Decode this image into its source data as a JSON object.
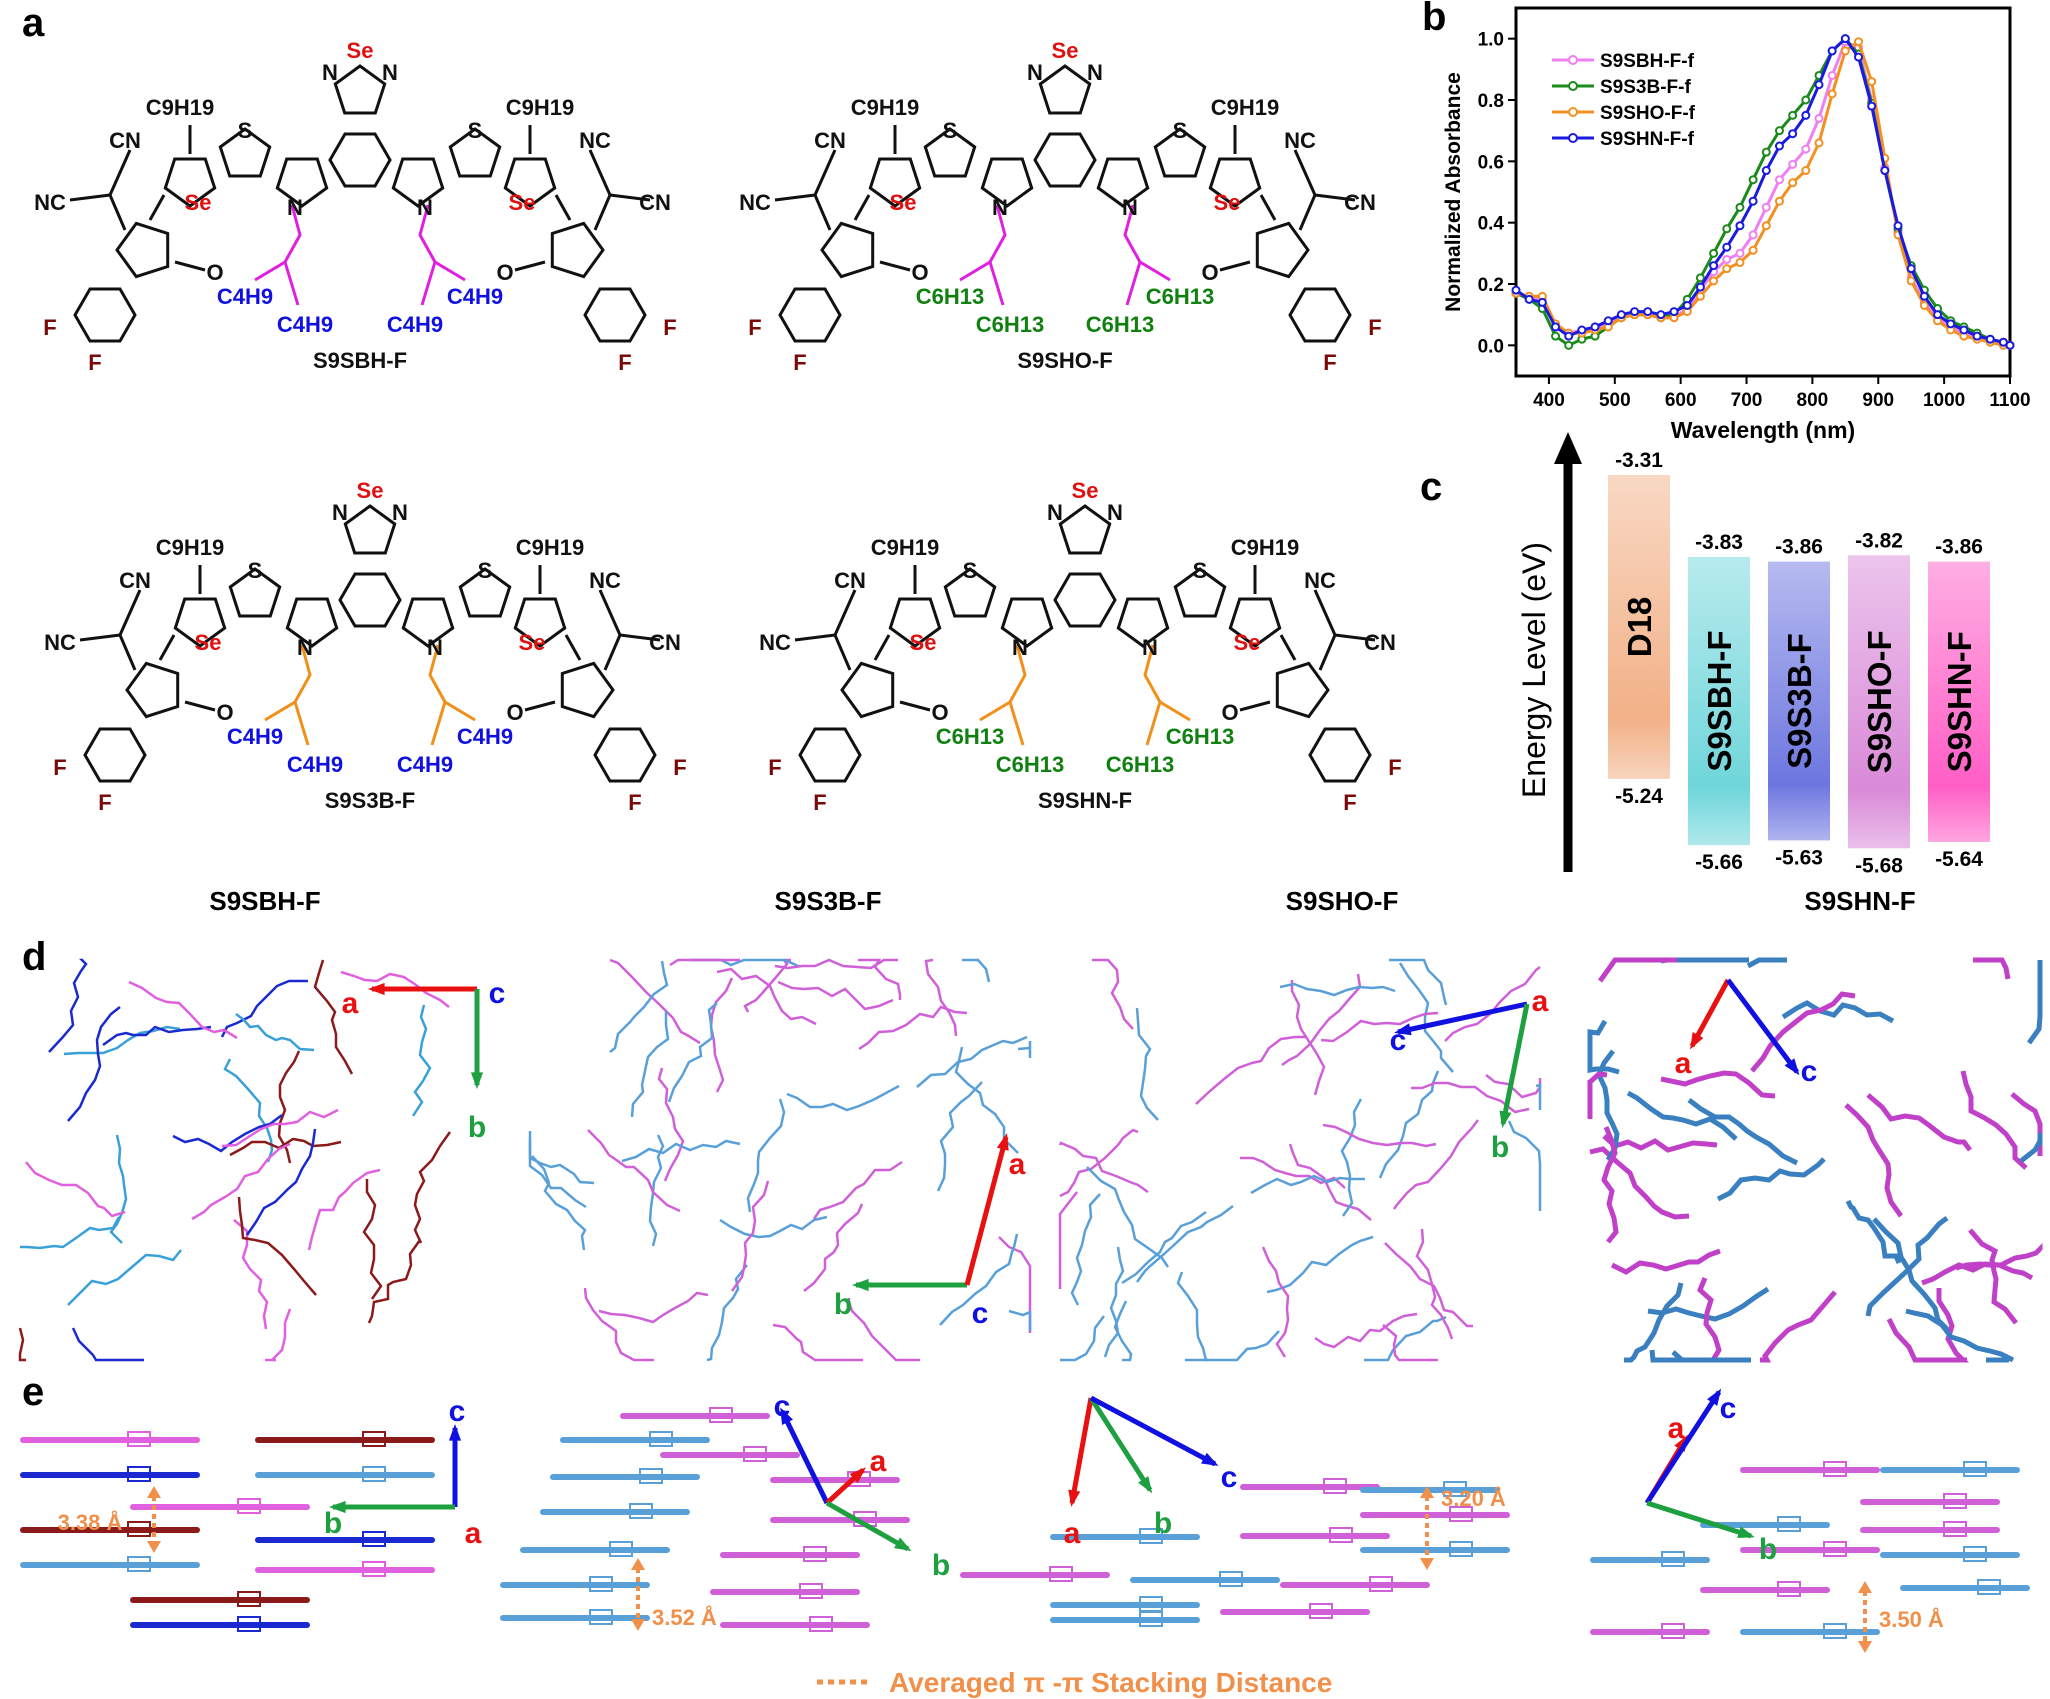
{
  "panel_labels": {
    "a": "a",
    "b": "b",
    "c": "c",
    "d": "d",
    "e": "e"
  },
  "molecules": [
    {
      "name": "S9SBH-F",
      "side_chain": [
        "C4H9",
        "C4H9"
      ],
      "chain_color": "#e020e0",
      "side_color": "#1010e0"
    },
    {
      "name": "S9SHO-F",
      "side_chain": [
        "C6H13",
        "C6H13"
      ],
      "chain_color": "#e020e0",
      "side_color": "#108010"
    },
    {
      "name": "S9S3B-F",
      "side_chain": [
        "C4H9",
        "C4H9"
      ],
      "chain_color": "#f0901a",
      "side_color": "#1010e0"
    },
    {
      "name": "S9SHN-F",
      "side_chain": [
        "C6H13",
        "C6H13"
      ],
      "chain_color": "#f0901a",
      "side_color": "#108010"
    }
  ],
  "atoms": {
    "se": "Se",
    "n": "N",
    "s": "S",
    "o": "O",
    "f": "F",
    "cn": "CN",
    "nc": "NC",
    "alkyl": "C9H19"
  },
  "chart_data": {
    "type": "line",
    "title": "",
    "xlabel": "Wavelength (nm)",
    "ylabel": "Normalized Absorbance",
    "xlim": [
      350,
      1100
    ],
    "ylim": [
      -0.1,
      1.1
    ],
    "xticks": [
      400,
      500,
      600,
      700,
      800,
      900,
      1000,
      1100
    ],
    "yticks": [
      0.0,
      0.2,
      0.4,
      0.6,
      0.8,
      1.0
    ],
    "legend_position": "top-left",
    "x": [
      350,
      370,
      390,
      410,
      430,
      450,
      470,
      490,
      510,
      530,
      550,
      570,
      590,
      610,
      630,
      650,
      670,
      690,
      710,
      730,
      750,
      770,
      790,
      810,
      830,
      850,
      870,
      890,
      910,
      930,
      950,
      970,
      990,
      1010,
      1030,
      1050,
      1070,
      1090,
      1100
    ],
    "series": [
      {
        "name": "S9SBH-F-f",
        "color": "#f07ff0",
        "values": [
          0.17,
          0.16,
          0.15,
          0.06,
          0.04,
          0.05,
          0.05,
          0.07,
          0.09,
          0.1,
          0.1,
          0.09,
          0.09,
          0.12,
          0.18,
          0.24,
          0.28,
          0.3,
          0.36,
          0.45,
          0.54,
          0.59,
          0.64,
          0.74,
          0.88,
          0.99,
          0.97,
          0.8,
          0.58,
          0.37,
          0.22,
          0.14,
          0.09,
          0.06,
          0.04,
          0.03,
          0.02,
          0.01,
          0.0
        ]
      },
      {
        "name": "S9S3B-F-f",
        "color": "#1a8a1a",
        "values": [
          0.17,
          0.15,
          0.12,
          0.03,
          0.0,
          0.02,
          0.03,
          0.06,
          0.09,
          0.1,
          0.1,
          0.09,
          0.1,
          0.15,
          0.22,
          0.3,
          0.38,
          0.45,
          0.54,
          0.63,
          0.7,
          0.75,
          0.8,
          0.88,
          0.96,
          1.0,
          0.95,
          0.79,
          0.57,
          0.38,
          0.26,
          0.18,
          0.12,
          0.08,
          0.06,
          0.04,
          0.02,
          0.01,
          0.0
        ]
      },
      {
        "name": "S9SHO-F-f",
        "color": "#f39020",
        "values": [
          0.17,
          0.16,
          0.16,
          0.07,
          0.04,
          0.04,
          0.05,
          0.06,
          0.09,
          0.1,
          0.1,
          0.09,
          0.09,
          0.11,
          0.16,
          0.21,
          0.25,
          0.27,
          0.31,
          0.39,
          0.47,
          0.53,
          0.57,
          0.66,
          0.82,
          0.96,
          0.99,
          0.86,
          0.61,
          0.36,
          0.21,
          0.13,
          0.08,
          0.05,
          0.03,
          0.02,
          0.01,
          0.0,
          0.0
        ]
      },
      {
        "name": "S9SHN-F-f",
        "color": "#1a1ae0",
        "values": [
          0.18,
          0.15,
          0.14,
          0.06,
          0.03,
          0.05,
          0.06,
          0.08,
          0.1,
          0.11,
          0.11,
          0.1,
          0.11,
          0.13,
          0.19,
          0.26,
          0.32,
          0.39,
          0.47,
          0.57,
          0.65,
          0.69,
          0.75,
          0.85,
          0.96,
          1.0,
          0.94,
          0.78,
          0.57,
          0.39,
          0.25,
          0.16,
          0.1,
          0.07,
          0.05,
          0.03,
          0.02,
          0.01,
          0.0
        ]
      }
    ]
  },
  "energy_levels": {
    "ylabel": "Energy Level (eV)",
    "items": [
      {
        "name": "D18",
        "lumo": "-3.31",
        "homo": "-5.24",
        "color": "#f2b187"
      },
      {
        "name": "S9SBH-F",
        "lumo": "-3.83",
        "homo": "-5.66",
        "color": "#6fd6da"
      },
      {
        "name": "S9S3B-F",
        "lumo": "-3.86",
        "homo": "-5.63",
        "color": "#6d76e0"
      },
      {
        "name": "S9SHO-F",
        "lumo": "-3.82",
        "homo": "-5.68",
        "color": "#d98ad8"
      },
      {
        "name": "S9SHN-F",
        "lumo": "-3.86",
        "homo": "-5.64",
        "color": "#ff5ec6"
      }
    ]
  },
  "crystal_titles": [
    "S9SBH-F",
    "S9S3B-F",
    "S9SHO-F",
    "S9SHN-F"
  ],
  "axes_labels": {
    "a": "a",
    "b": "b",
    "c": "c"
  },
  "stacking_distances": [
    "3.38 Å",
    "3.52 Å",
    "3.20 Å",
    "3.50 Å"
  ],
  "stacking_legend": "Averaged π -π  Stacking Distance"
}
